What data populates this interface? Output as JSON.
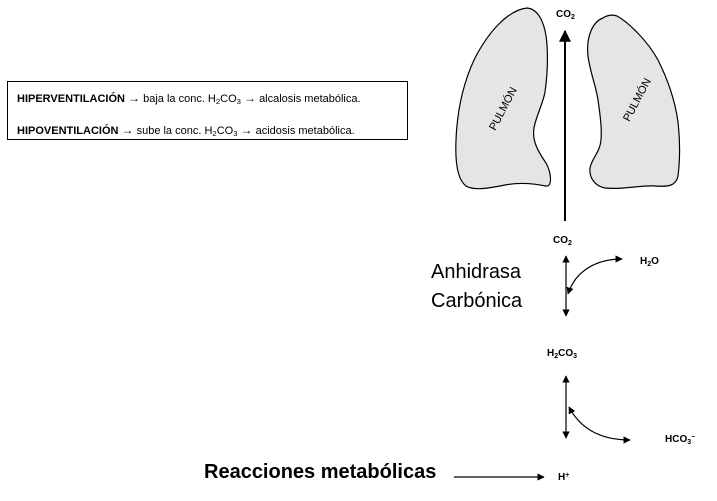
{
  "info_box": {
    "hyper_term": "HIPERVENTILACIÓN",
    "hyper_text_a": "baja la conc. H",
    "hyper_sub1": "2",
    "hyper_text_b": "CO",
    "hyper_sub2": "3",
    "hyper_result": "alcalosis metabólica.",
    "hypo_term": "HIPOVENTILACIÓN",
    "hypo_text_a": "sube la conc. H",
    "hypo_sub1": "2",
    "hypo_text_b": "CO",
    "hypo_sub2": "3",
    "hypo_result": "acidosis metabólica.",
    "arrow_glyph": "→"
  },
  "lungs": {
    "left_label": "PULMÓN",
    "right_label": "PULMÓN",
    "fill_color": "#e5e5e5"
  },
  "species": {
    "co2_top_main": "CO",
    "co2_top_sub": "2",
    "co2_mid_main": "CO",
    "co2_mid_sub": "2",
    "h2o_a": "H",
    "h2o_sub": "2",
    "h2o_b": "O",
    "h2co3_a": "H",
    "h2co3_sub1": "2",
    "h2co3_b": "CO",
    "h2co3_sub2": "3",
    "hco3_main": "HCO",
    "hco3_sub": "3",
    "hco3_sup": "−",
    "h_main": "H",
    "h_sup": "+"
  },
  "enzyme": {
    "line1": "Anhidrasa",
    "line2": "Carbónica"
  },
  "metabolic_label": "Reacciones metabólicas"
}
